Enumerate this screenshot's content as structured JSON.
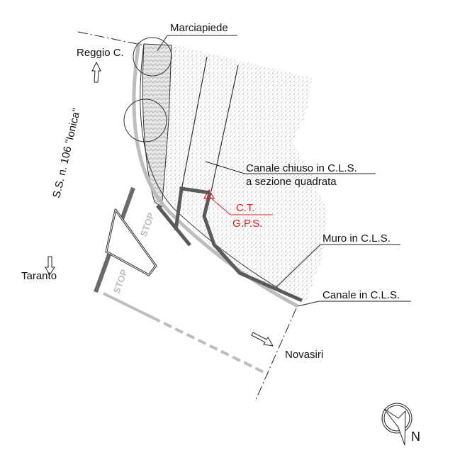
{
  "labels": {
    "marciapiede": "Marciapiede",
    "reggio": "Reggio C.",
    "road": "S.S. n. 106 \"Ionica\"",
    "canale_chiuso_1": "Canale chiuso in C.L.S.",
    "canale_chiuso_2": "a sezione quadrata",
    "ct": "C.T.",
    "gps": "G.P.S.",
    "muro": "Muro in C.L.S.",
    "canale": "Canale in C.L.S.",
    "taranto": "Taranto",
    "novasiri": "Novasiri",
    "stop_1": "STOP",
    "stop_2": "STOP",
    "north": "N"
  },
  "colors": {
    "accent": "#e02020",
    "wall": "#5a5a5a",
    "road_edge": "#bdbdbd"
  }
}
